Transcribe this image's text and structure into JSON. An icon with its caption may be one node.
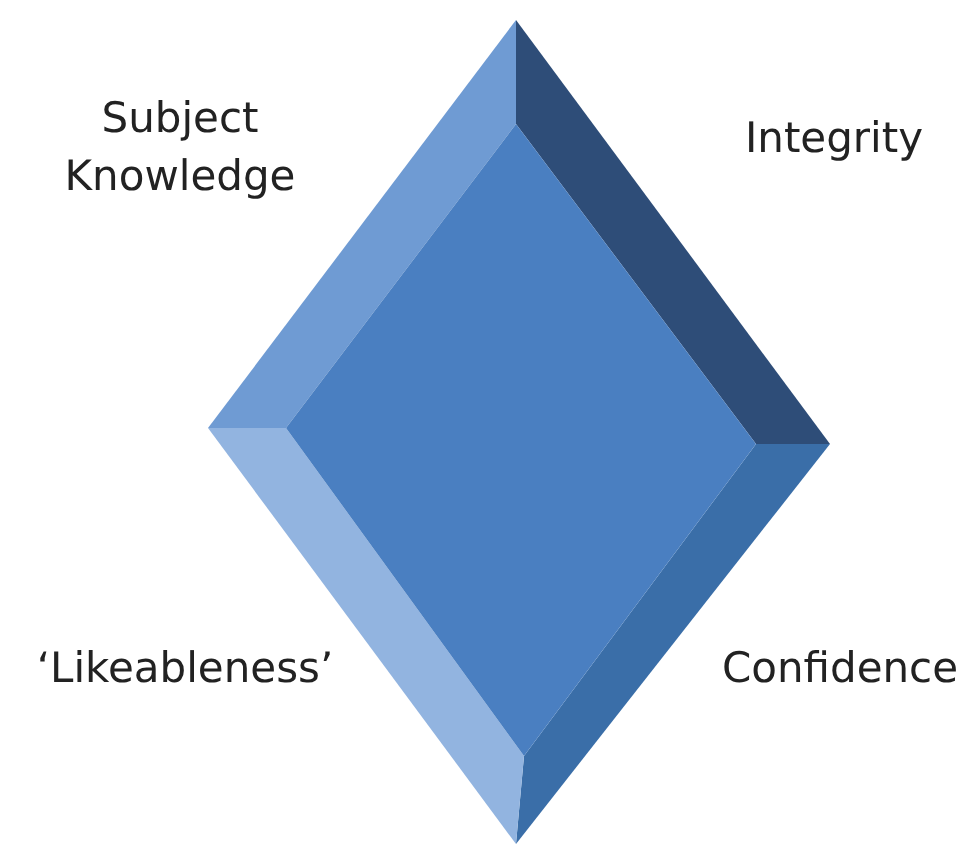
{
  "diagram": {
    "labels": [
      "Subject Knowledge",
      "Integrity",
      "‘Likeableness’",
      "Confidence"
    ]
  }
}
